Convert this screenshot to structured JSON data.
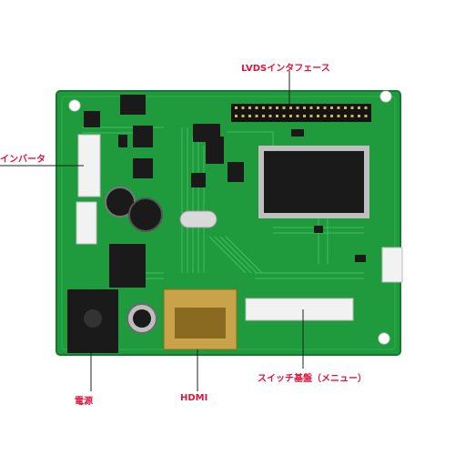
{
  "labels": {
    "lvds": "LVDSインタフェース",
    "inverter": "インバータ",
    "power": "電源",
    "hdmi": "HDMI",
    "switch_board": "スイッチ基盤（メニュー）"
  },
  "colors": {
    "pcb": "#1f9a3d",
    "pcb_dark": "#137a2d",
    "trace": "#3fc05c",
    "label": "#e0143c",
    "leader": "#222222",
    "chip": "#1a1a1a",
    "connector": "#f2f2f2",
    "hdmi_gold": "#c9a34a"
  }
}
